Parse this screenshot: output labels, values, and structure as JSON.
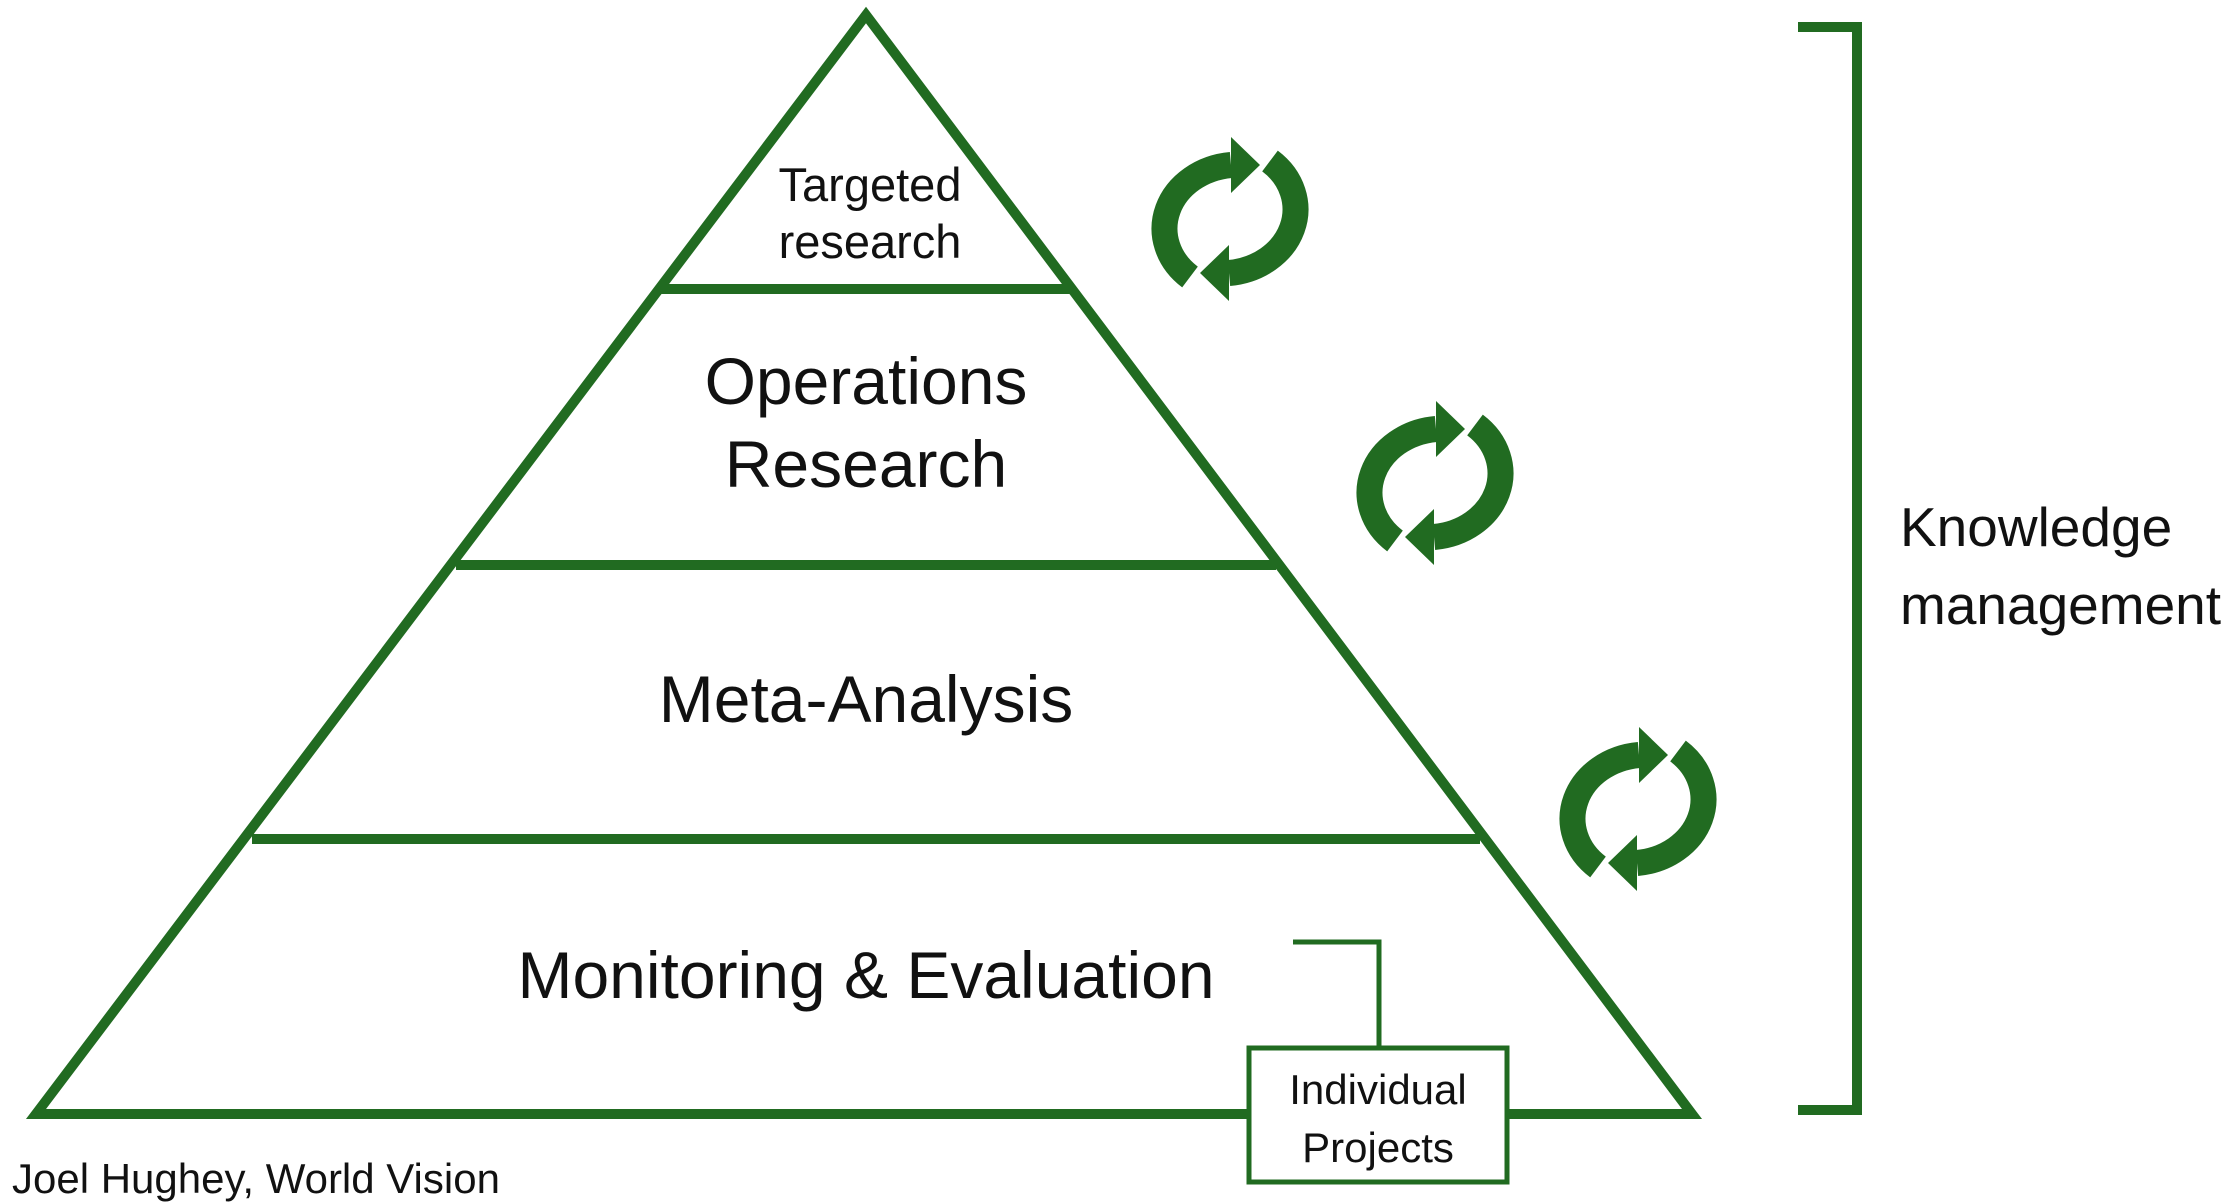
{
  "colors": {
    "primary": "#216b21",
    "text": "#111111",
    "background": "#ffffff"
  },
  "pyramid": {
    "levels": [
      {
        "lines": [
          "Targeted",
          "research"
        ]
      },
      {
        "lines": [
          "Operations",
          "Research"
        ]
      },
      {
        "lines": [
          "Meta-Analysis"
        ]
      },
      {
        "lines": [
          "Monitoring & Evaluation"
        ]
      }
    ]
  },
  "cycle_icons": [
    {
      "icon": "cycle-arrows-icon"
    },
    {
      "icon": "cycle-arrows-icon"
    },
    {
      "icon": "cycle-arrows-icon"
    }
  ],
  "individual_projects": {
    "lines": [
      "Individual",
      "Projects"
    ]
  },
  "bracket": {
    "icon": "right-bracket",
    "lines": [
      "Knowledge",
      "management"
    ]
  },
  "credit": "Joel Hughey, World Vision"
}
